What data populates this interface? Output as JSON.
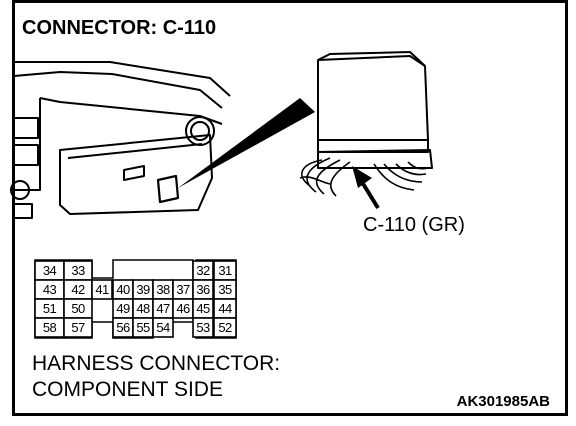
{
  "title": "CONNECTOR: C-110",
  "callout": "C-110 (GR)",
  "caption": {
    "line1": "HARNESS CONNECTOR:",
    "line2": "COMPONENT SIDE"
  },
  "figure_code": "AK301985AB",
  "pins": {
    "row1": [
      "34",
      "33",
      "32",
      "31"
    ],
    "row2": [
      "43",
      "42",
      "41",
      "40",
      "39",
      "38",
      "37",
      "36",
      "35"
    ],
    "row3": [
      "51",
      "50",
      "49",
      "48",
      "47",
      "46",
      "45",
      "44"
    ],
    "row4": [
      "58",
      "57",
      "56",
      "55",
      "54",
      "53",
      "52"
    ]
  }
}
